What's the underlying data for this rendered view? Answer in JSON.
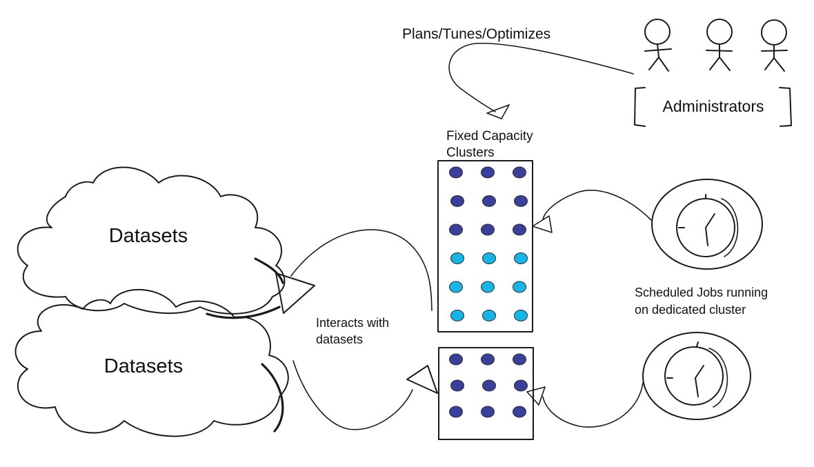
{
  "labels": {
    "plans": "Plans/Tunes/Optimizes",
    "administrators": "Administrators",
    "fixed_capacity_line1": "Fixed Capacity",
    "fixed_capacity_line2": "Clusters",
    "datasets_top": "Datasets",
    "datasets_bottom": "Datasets",
    "interacts_line1": "Interacts with",
    "interacts_line2": "datasets",
    "scheduled_line1": "Scheduled Jobs running",
    "scheduled_line2": "on dedicated cluster"
  },
  "colors": {
    "ink": "#1a1a1a",
    "node_dark": "#3b3f9c",
    "node_light": "#17b4e6"
  },
  "clusters": {
    "large": {
      "rows": [
        [
          "dark",
          "dark",
          "dark"
        ],
        [
          "dark",
          "dark",
          "dark"
        ],
        [
          "dark",
          "dark",
          "dark"
        ],
        [
          "light",
          "light",
          "light"
        ],
        [
          "light",
          "light",
          "light"
        ],
        [
          "light",
          "light",
          "light"
        ]
      ]
    },
    "small": {
      "rows": [
        [
          "dark",
          "dark",
          "dark"
        ],
        [
          "dark",
          "dark",
          "dark"
        ],
        [
          "dark",
          "dark",
          "dark"
        ]
      ]
    }
  },
  "icons": {
    "person": "stick-figure-icon",
    "clock": "clock-icon"
  }
}
